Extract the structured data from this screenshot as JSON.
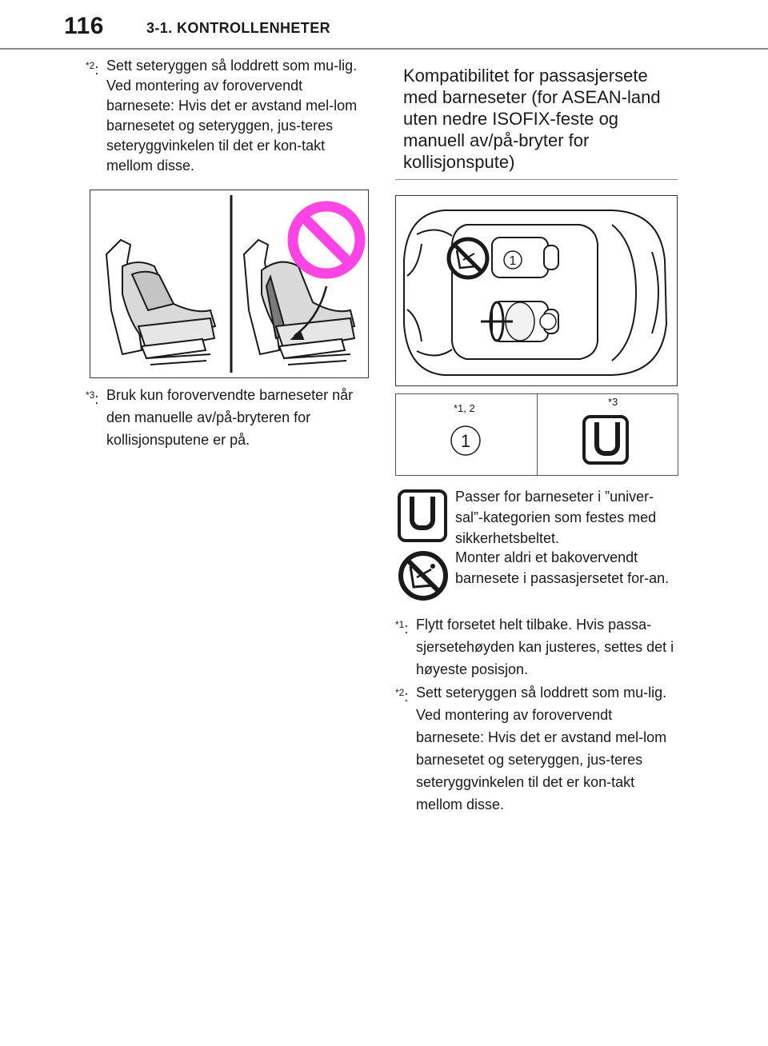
{
  "header": {
    "page_number": "116",
    "section": "3-1. KONTROLLENHETER"
  },
  "left": {
    "note_2": {
      "marker": "*2",
      "suffix": ":",
      "text": "Sett seteryggen så loddrett som mu-lig. Ved montering av forovervendt barnesete: Hvis det er avstand mel-lom barnesetet og seteryggen, jus-teres seteryggvinkelen til det er kon-takt mellom disse."
    },
    "note_3": {
      "marker": "*3",
      "suffix": ":",
      "text": "Bruk kun forovervendte barneseter når den manuelle av/på-bryteren for kollisjonsputene er på."
    },
    "figure_icons": [
      "child-seat-upright-icon",
      "child-seat-reclined-icon",
      "prohibition-icon"
    ]
  },
  "right": {
    "heading": "Kompatibilitet for passasjersete med barneseter (for ASEAN-land uten nedre ISOFIX-feste og manuell av/på-bryter for kollisjonspute)",
    "car_diagram": {
      "position_label": "1",
      "icons": [
        "car-top-view-icon",
        "no-rear-facing-seat-icon",
        "driver-icon",
        "steering-wheel-icon"
      ]
    },
    "table": {
      "col1_header": "*1, 2",
      "col1_value": "1",
      "col2_header": "*3",
      "col2_value_icon": "universal-u-icon"
    },
    "legend": [
      {
        "icon": "universal-u-icon",
        "text": "Passer for barneseter i ”univer-sal”-kategorien som festes med sikkerhetsbeltet."
      },
      {
        "icon": "no-rear-facing-seat-icon",
        "text": "Monter aldri et bakovervendt barnesete i passasjersetet for-an."
      }
    ],
    "note_1": {
      "marker": "*1",
      "suffix": ":",
      "text": "Flytt forsetet helt tilbake. Hvis passa-sjersetehøyden kan justeres, settes det i høyeste posisjon."
    },
    "note_2": {
      "marker": "*2",
      "suffix": ":",
      "text": "Sett seteryggen så loddrett som mu-lig. Ved montering av forovervendt barnesete: Hvis det er avstand mel-lom barnesetet og seteryggen, jus-teres seteryggvinkelen til det er kon-takt mellom disse."
    }
  },
  "colors": {
    "prohibition": "#ff44e6",
    "text": "#1a1a1a",
    "rule": "#8a8a8a",
    "seat_fill": "#d9d9d9"
  }
}
